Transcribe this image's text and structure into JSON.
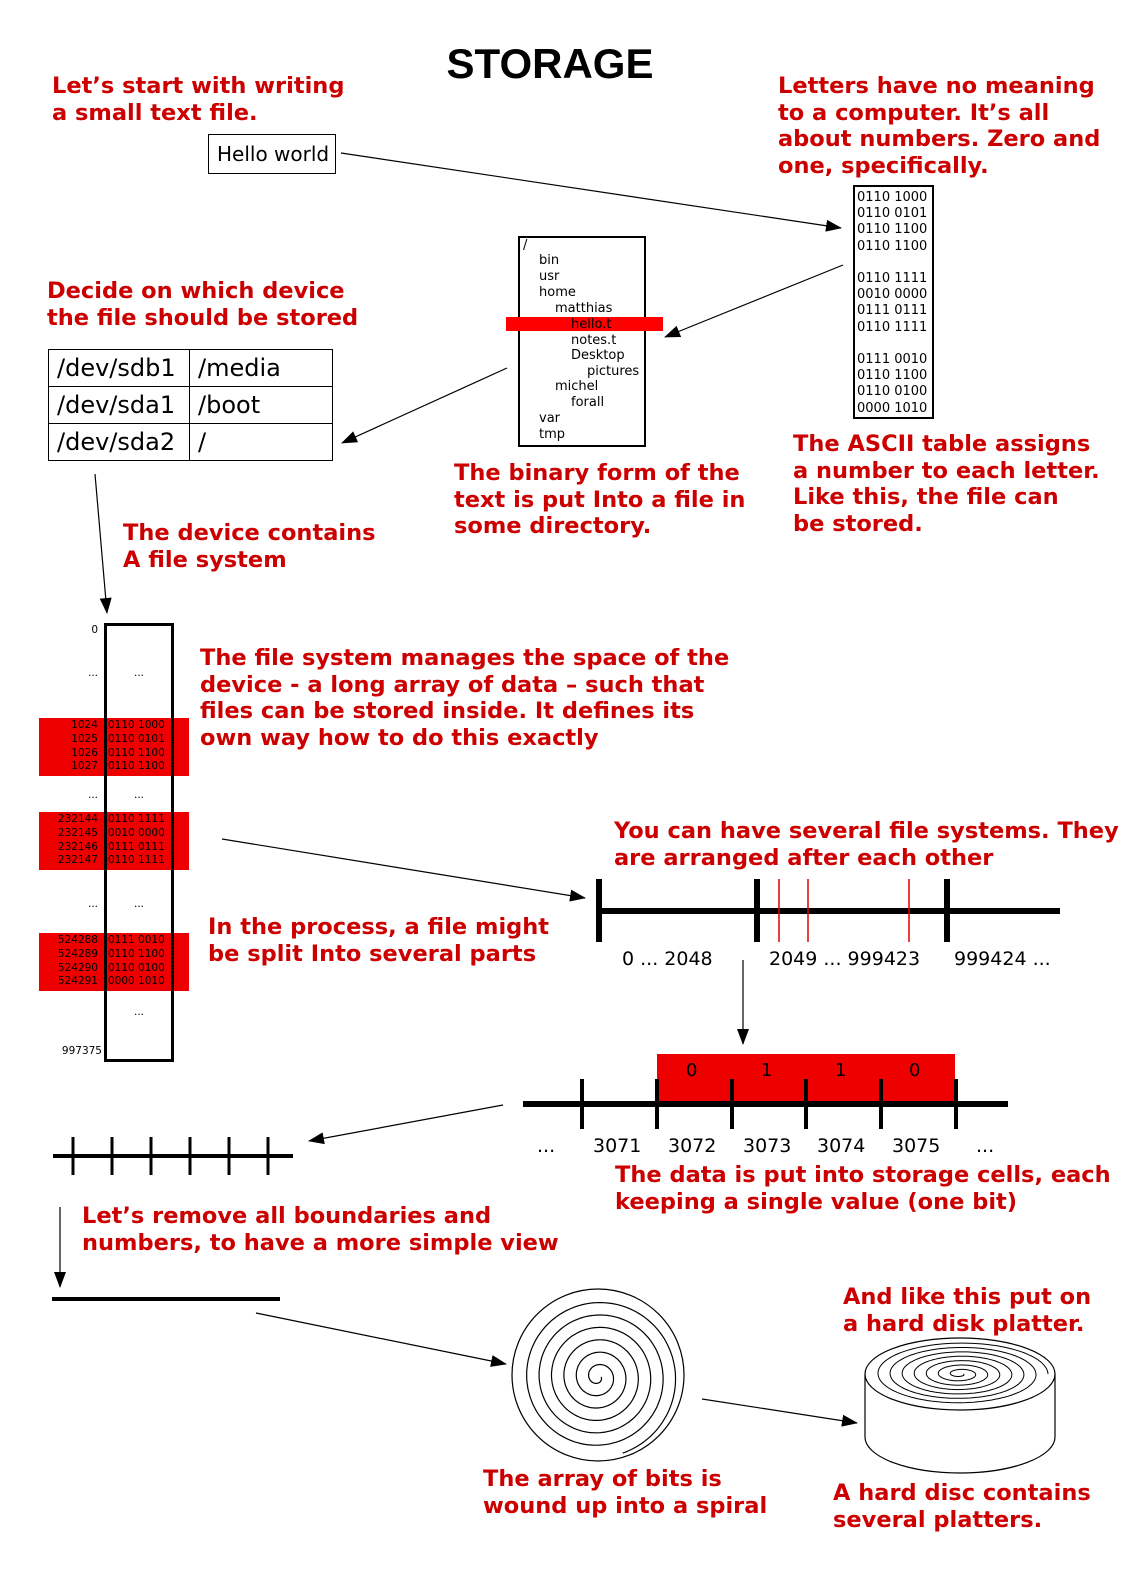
{
  "title": "STORAGE",
  "notes": {
    "start": "Let’s start with writing\na small text file.",
    "letters": "Letters have no meaning\nto a computer. It’s all\nabout numbers. Zero and\none, specifically.",
    "device": "Decide on which device\nthe file should be stored",
    "binary": "The binary form of the\ntext is put Into a file in\nsome directory.",
    "ascii": "The ASCII table assigns\na number to each letter.\nLike this, the file can\nbe stored.",
    "fs_contains": "The device contains\nA file system",
    "fs_manages": "The file system manages the space of the\ndevice - a long array of data – such that\nfiles can be stored inside. It defines its\nown way how to do this exactly",
    "several_fs": "You can have several file systems. They\nare arranged after each other",
    "split": "In the process, a file might\nbe split Into several parts",
    "cells": "The data is put into storage cells, each\nkeeping a single value (one bit)",
    "remove": "Let’s remove all boundaries and\nnumbers, to have a more simple view",
    "platter": "And like this put on\na hard disk platter.",
    "spiral": "The array of bits is\nwound up into a spiral",
    "disc": "A hard disc contains\nseveral platters."
  },
  "text_file": "Hello world",
  "ascii_bits": "0110 1000\n0110 0101\n0110 1100\n0110 1100\n\n0110 1111\n0010 0000\n0111 0111\n0110 1111\n\n0111 0010\n0110 1100\n0110 0100\n0000 1010",
  "directory": {
    "root": "/",
    "items": [
      "bin",
      "usr",
      "home",
      "matthias",
      "hello.t",
      "notes.t",
      "Desktop",
      "pictures",
      "michel",
      "forall",
      "var",
      "tmp"
    ]
  },
  "mounts": [
    {
      "device": "/dev/sdb1",
      "mount": "/media"
    },
    {
      "device": "/dev/sda1",
      "mount": "/boot"
    },
    {
      "device": "/dev/sda2",
      "mount": "/"
    }
  ],
  "filesystem": {
    "start_address": "0",
    "end_address": "997375",
    "ellipsis": "...",
    "blocks": [
      {
        "addresses": "1024\n1025\n1026\n1027",
        "data": "0110 1000\n0110 0101\n0110 1100\n0110 1100"
      },
      {
        "addresses": "232144\n232145\n232146\n232147",
        "data": "0110 1111\n0010 0000\n0111 0111\n0110 1111"
      },
      {
        "addresses": "524288\n524289\n524290\n524291",
        "data": "0111 0010\n0110 1100\n0110 0100\n0000 1010"
      }
    ]
  },
  "partitions": [
    "0 ... 2048",
    "2049 ... 999423",
    "999424 ..."
  ],
  "storage_cells": {
    "bits": [
      "0",
      "1",
      "1",
      "0"
    ],
    "addresses": [
      "...",
      "3071",
      "3072",
      "3073",
      "3074",
      "3075",
      "..."
    ]
  },
  "colors": {
    "accent": "#cc0000",
    "highlight": "#ff0000",
    "ink": "#000000"
  }
}
